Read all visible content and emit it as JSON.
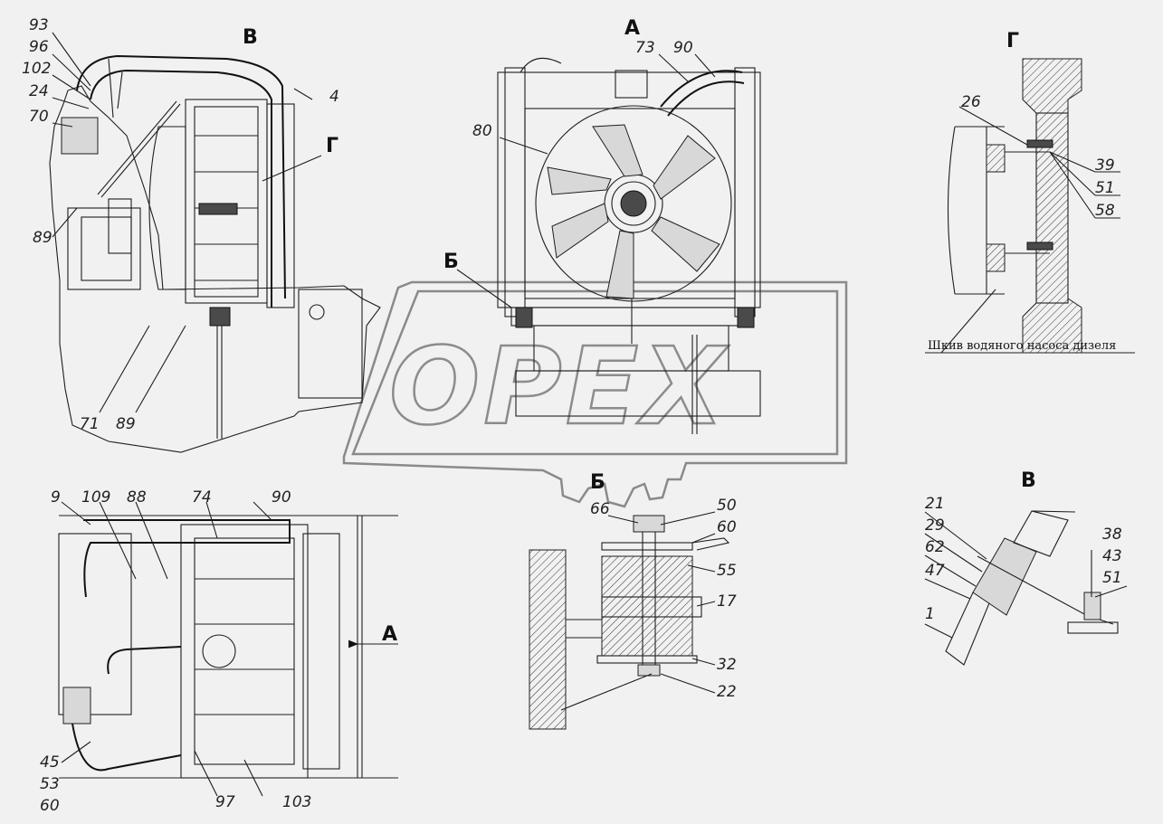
{
  "view_labels": {
    "v_top": "В",
    "a_top": "А",
    "g_top": "Г",
    "g_ref": "Г",
    "b_ref": "Б",
    "b_bottom": "Б",
    "v_bottom": "В",
    "a_arrow": "А"
  },
  "caption": "Шкив водяного насоса дизеля",
  "watermark": "OPEX",
  "callouts": {
    "topleft": [
      "93",
      "96",
      "102",
      "24",
      "70",
      "89",
      "4",
      "71",
      "89"
    ],
    "topcenter": [
      "73",
      "90",
      "80"
    ],
    "topright": [
      "26",
      "39",
      "51",
      "58"
    ],
    "bottomleft": [
      "9",
      "109",
      "88",
      "74",
      "90",
      "45",
      "53",
      "60",
      "97",
      "103"
    ],
    "bottomcenter": [
      "66",
      "50",
      "60",
      "55",
      "17",
      "32",
      "22"
    ],
    "bottomright": [
      "21",
      "29",
      "62",
      "47",
      "1",
      "38",
      "43",
      "51"
    ]
  }
}
